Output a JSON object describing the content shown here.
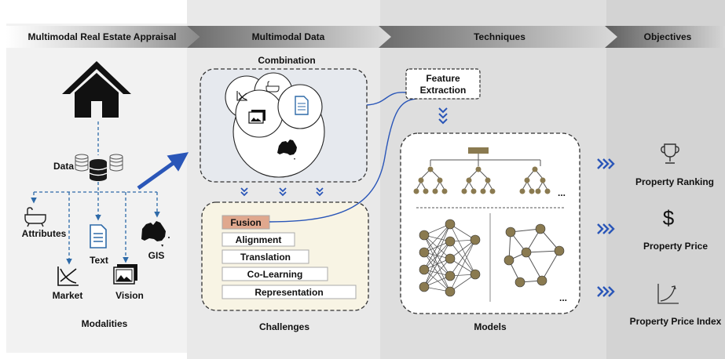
{
  "headers": {
    "appraisal": "Multimodal Real Estate Appraisal",
    "data": "Multimodal Data",
    "techniques": "Techniques",
    "objectives": "Objectives"
  },
  "modalities": {
    "data_label": "Data",
    "attributes": "Attributes",
    "text": "Text",
    "gis": "GIS",
    "market": "Market",
    "vision": "Vision",
    "caption": "Modalities"
  },
  "multimodal_data": {
    "combination_title": "Combination",
    "challenges": [
      "Fusion",
      "Alignment",
      "Translation",
      "Co-Learning",
      "Representation"
    ],
    "challenges_caption": "Challenges"
  },
  "techniques": {
    "feature_line1": "Feature",
    "feature_line2": "Extraction",
    "ellipsis": "...",
    "models_caption": "Models"
  },
  "objectives": {
    "items": [
      "Property Ranking",
      "Property Price",
      "Property Price Index"
    ],
    "price_symbol": "$"
  },
  "colors": {
    "arrow_blue": "#2a56b8",
    "fusion_highlight": "#e0a88e",
    "node_brown": "#8a7a50",
    "challenge_panel": "#f8f4e4",
    "combination_panel": "#e6e9ee"
  },
  "icons": [
    "house-icon",
    "database-icon",
    "bathtub-icon",
    "document-icon",
    "australia-map-icon",
    "chart-icon",
    "photos-icon",
    "trophy-icon",
    "growth-chart-icon",
    "chevrons-icon"
  ]
}
